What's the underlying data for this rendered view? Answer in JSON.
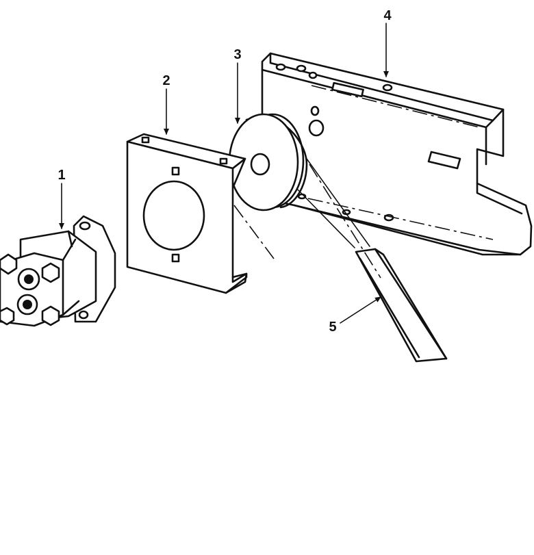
{
  "callouts": {
    "pump": "1",
    "adapter_plate": "2",
    "pulley": "3",
    "mounting_bracket": "4",
    "belt": "5"
  },
  "colors": {
    "line": "#111111",
    "background": "#ffffff"
  }
}
